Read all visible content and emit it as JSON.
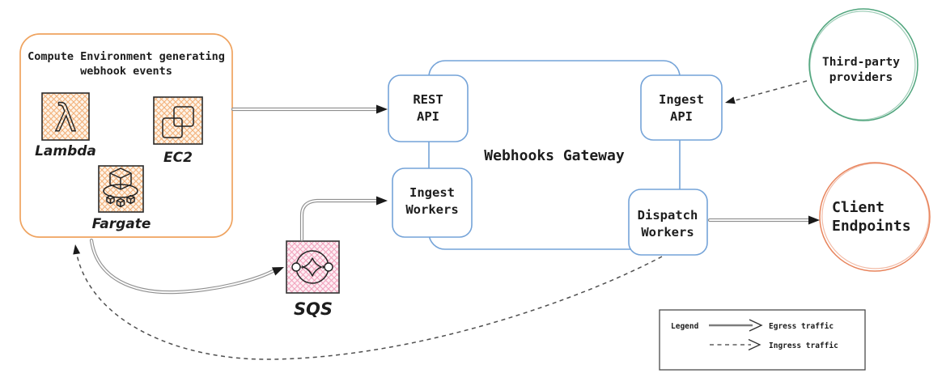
{
  "diagram": {
    "compute_env": {
      "title_line1": "Compute Environment generating",
      "title_line2": "webhook events",
      "icons": [
        {
          "name": "lambda-icon",
          "label": "Lambda",
          "glyph": "λ"
        },
        {
          "name": "ec2-icon",
          "label": "EC2"
        },
        {
          "name": "fargate-icon",
          "label": "Fargate"
        }
      ]
    },
    "gateway": {
      "label": "Webhooks Gateway",
      "nodes": [
        {
          "line1": "REST",
          "line2": "API"
        },
        {
          "line1": "Ingest",
          "line2": "Workers"
        },
        {
          "line1": "Ingest",
          "line2": "API"
        },
        {
          "line1": "Dispatch",
          "line2": "Workers"
        }
      ]
    },
    "third_party": {
      "line1": "Third-party",
      "line2": "providers"
    },
    "client_endpoints": {
      "line1": "Client",
      "line2": "Endpoints"
    },
    "sqs": {
      "label": "SQS"
    },
    "legend": {
      "title": "Legend",
      "egress": "Egress traffic",
      "ingress": "Ingress traffic"
    },
    "colors": {
      "compute": "#efa35f",
      "gateway": "#74a3d8",
      "third_party": "#4fa47c",
      "client": "#e8845c",
      "sqs_fill_accent": "#f2a3bd",
      "compute_fill_accent": "#f3b179"
    }
  }
}
